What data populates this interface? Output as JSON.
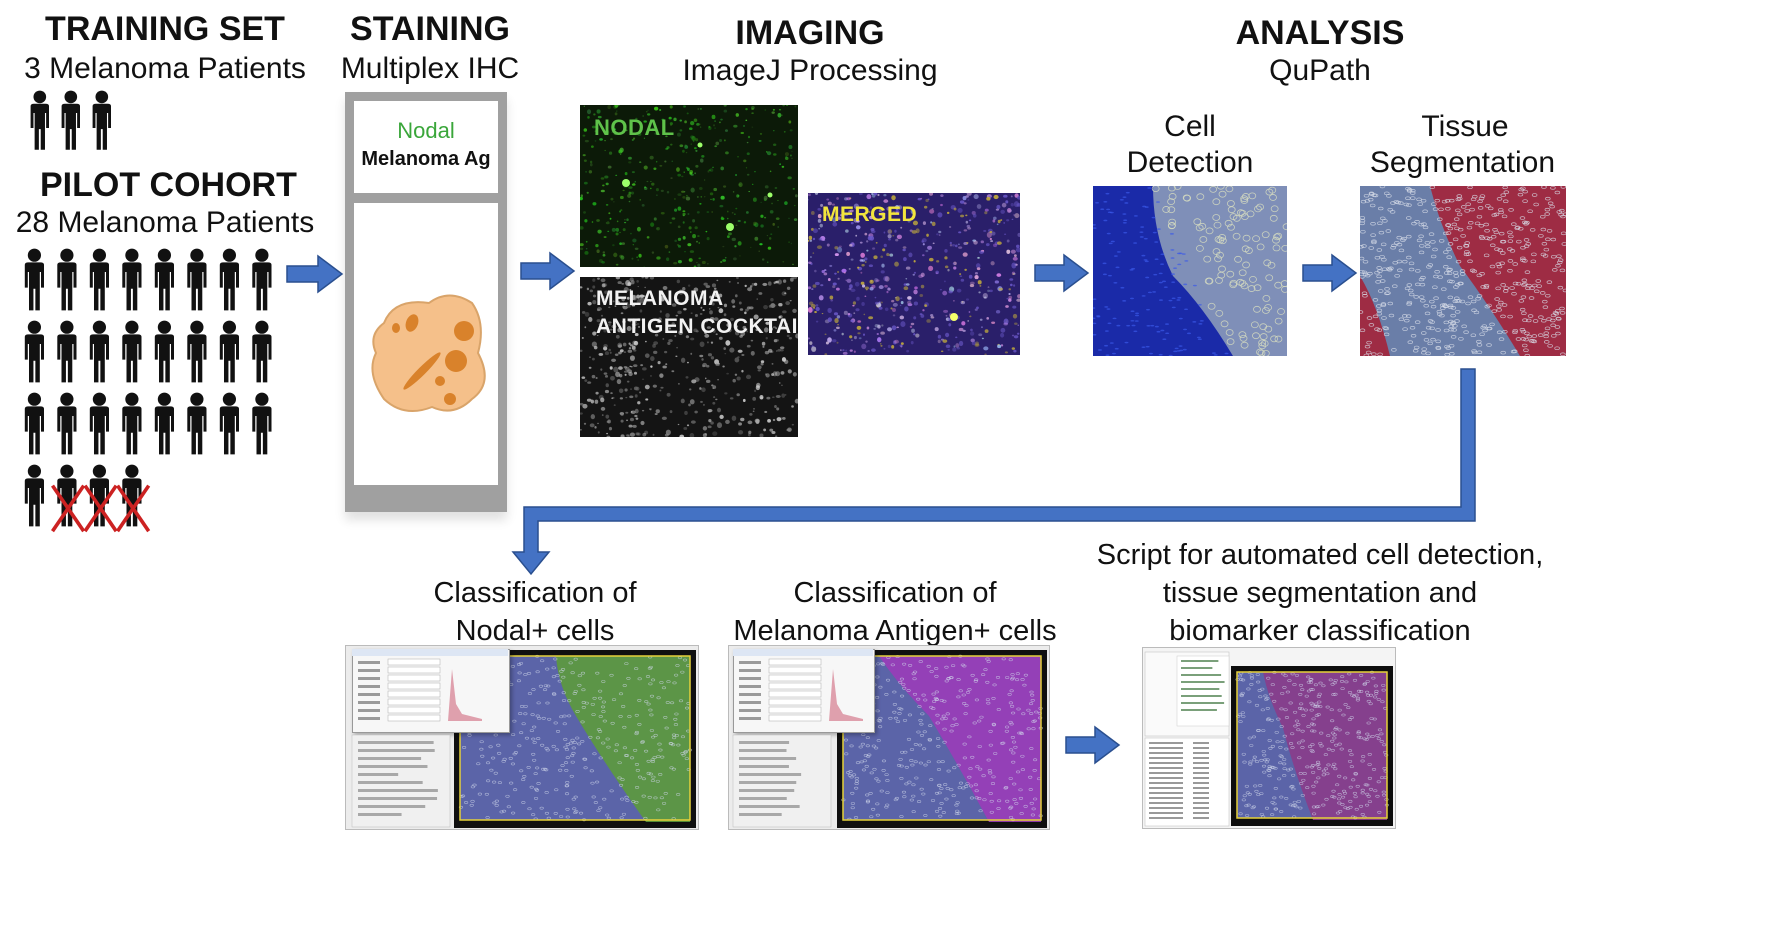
{
  "training": {
    "heading": "TRAINING SET",
    "subheading": "3 Melanoma Patients",
    "patients": 3
  },
  "pilot": {
    "heading": "PILOT COHORT",
    "subheading": "28 Melanoma Patients",
    "patients": 28,
    "excluded": 3
  },
  "staining": {
    "heading": "STAINING",
    "subheading": "Multiplex IHC",
    "label_nodal": "Nodal",
    "label_ag": "Melanoma Ag"
  },
  "imaging": {
    "heading": "IMAGING",
    "subheading": "ImageJ Processing",
    "panel_nodal": "NODAL",
    "panel_merged": "MERGED",
    "panel_cocktail_1": "MELANOMA",
    "panel_cocktail_2": "ANTIGEN COCKTAIL"
  },
  "analysis": {
    "heading": "ANALYSIS",
    "subheading": "QuPath",
    "cell_detection_1": "Cell",
    "cell_detection_2": "Detection",
    "tissue_seg_1": "Tissue",
    "tissue_seg_2": "Segmentation"
  },
  "bottom": {
    "class_nodal_1": "Classification of",
    "class_nodal_2": "Nodal+ cells",
    "class_mel_1": "Classification of",
    "class_mel_2": "Melanoma Antigen+ cells",
    "script_1": "Script for automated cell detection,",
    "script_2": "tissue segmentation and",
    "script_3": "biomarker classification"
  },
  "colors": {
    "arrow": "#4472c4",
    "nodal_green": "#3aa63a",
    "merged_yellow": "#f2e53d",
    "cross_red": "#cc2222",
    "cell_fill": "#f5c08a",
    "nucleus": "#d9822b"
  }
}
